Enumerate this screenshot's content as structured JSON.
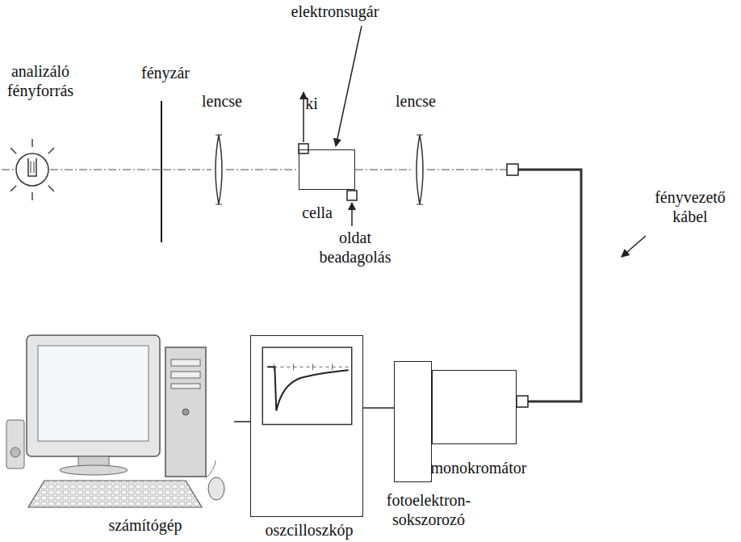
{
  "diagram": {
    "nodes": [
      {
        "text": [
          "analizáló fényforrás"
        ]
      },
      {
        "text": [
          "fényzár"
        ]
      },
      {
        "text": [
          "lencse"
        ]
      },
      {
        "text": [
          "cella"
        ]
      },
      {
        "text": [
          "lencse"
        ]
      },
      {
        "text": [
          "számítógép"
        ]
      },
      {
        "text": [
          "oszcilloszkóp"
        ]
      },
      {
        "text": [
          "fotoelektron- sokszorozó"
        ]
      },
      {
        "text": [
          "monokromátor"
        ]
      }
    ],
    "edges": [
      {
        "from": 0,
        "to": 1,
        "arrow": "none"
      },
      {
        "from": 1,
        "to": 2,
        "arrow": "none"
      },
      {
        "from": 2,
        "to": 3,
        "arrow": "none"
      },
      {
        "from": 3,
        "to": 4,
        "arrow": "none"
      },
      {
        "from": 4,
        "to": 8,
        "arrow": "none"
      },
      {
        "from": 5,
        "to": 6,
        "arrow": "none"
      },
      {
        "from": 6,
        "to": 7,
        "arrow": "none"
      }
    ],
    "labels": [
      "elektronsugár",
      "ki",
      "oldat beadagolás",
      "fényvezető kábel"
    ]
  }
}
